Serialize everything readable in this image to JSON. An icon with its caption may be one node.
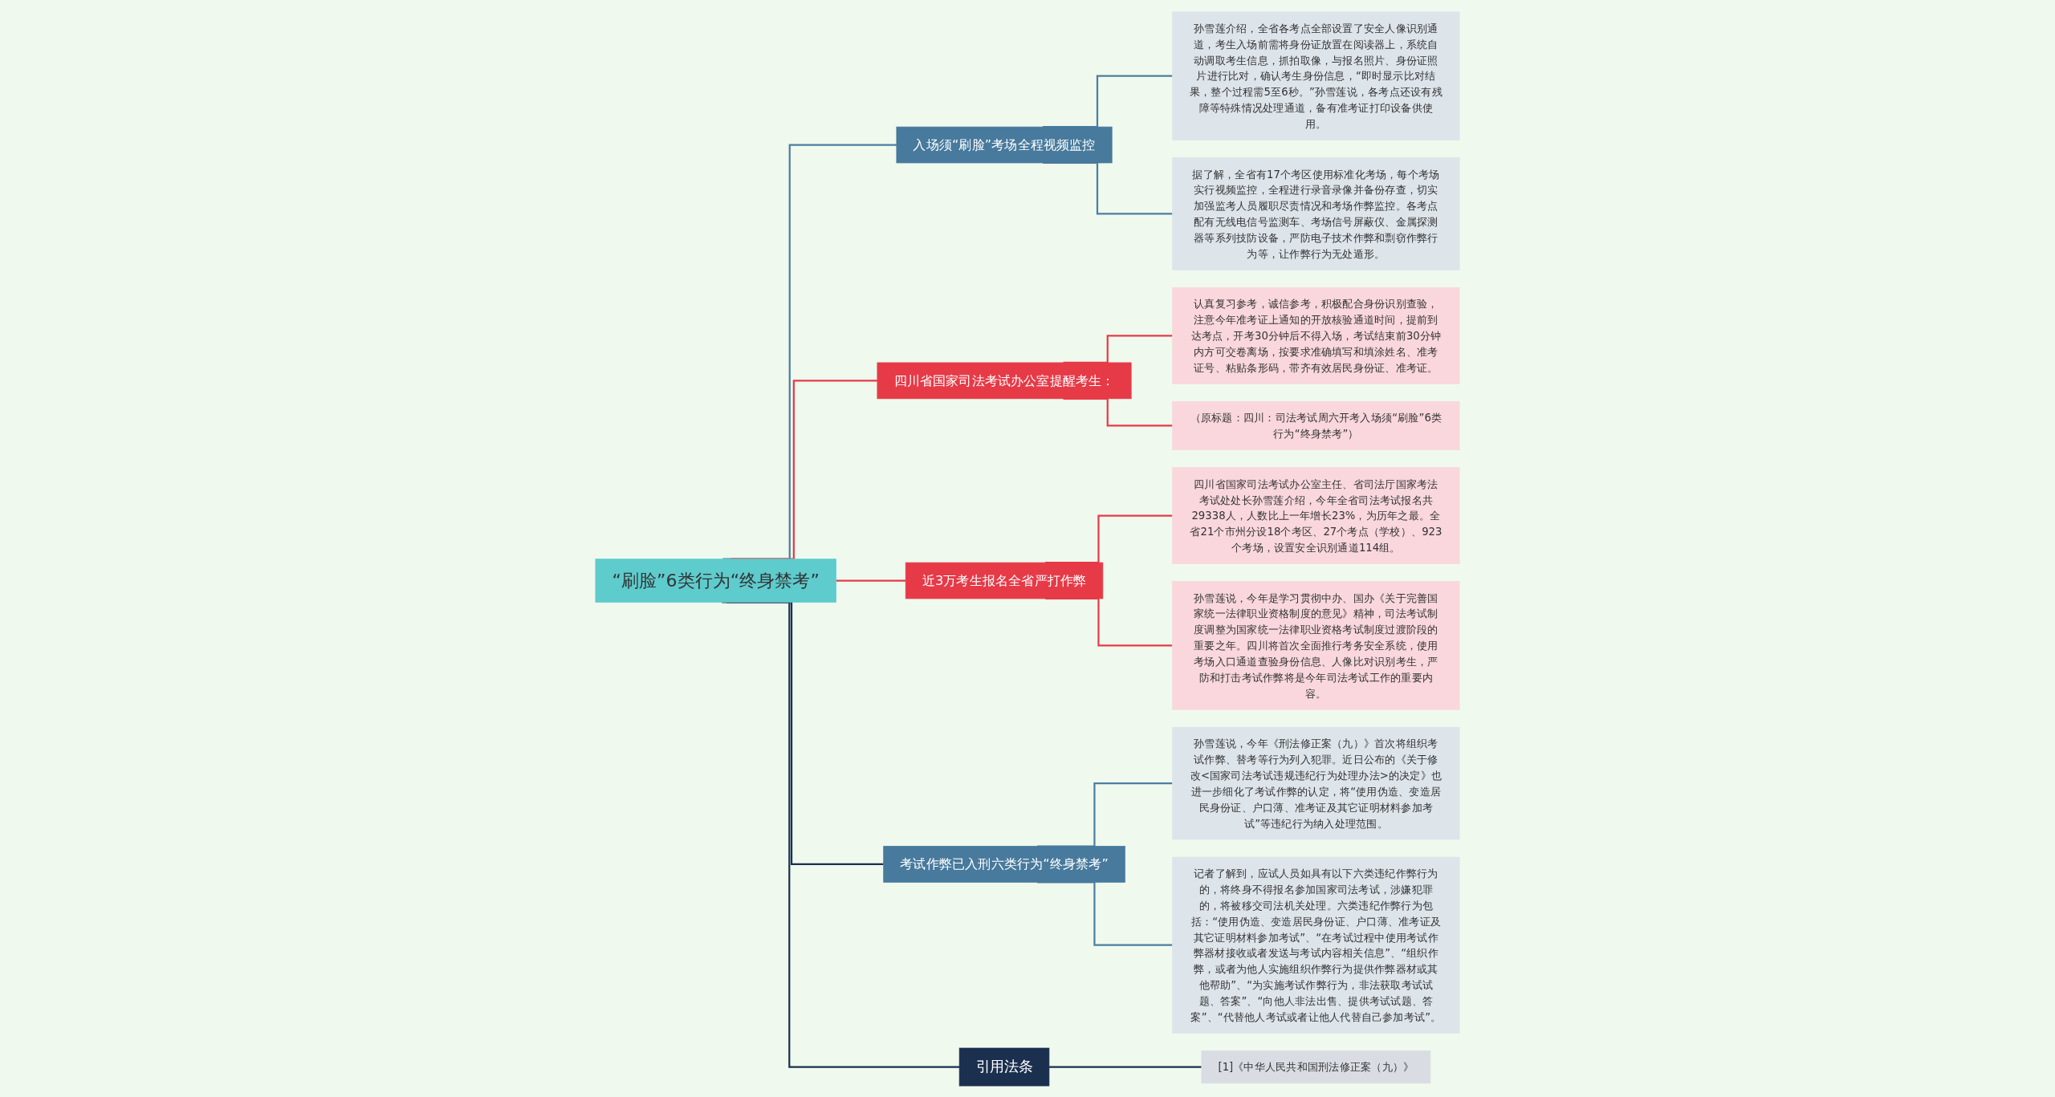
{
  "diagram": {
    "nodes": [
      {
        "text": [
          "“刷脸”6类行为“终身禁考”"
        ]
      },
      {
        "text": [
          "入场须“刷脸”考场全程视频监控"
        ]
      },
      {
        "text": [
          "孙雪莲介绍，全省各考点全部设置了安全人像识别通道，考生入场前需将身份证放置在阅读器上，系统自动调取考生信息，抓拍取像，与报名照片、身份证照片进行比对，确认考生身份信息，“即时显示比对结果，整个过程需5至6秒。”孙雪莲说，各考点还设有残障等特殊情况处理通道，备有准考证打印设备供使用。"
        ]
      },
      {
        "text": [
          "据了解，全省有17个考区使用标准化考场，每个考场实行视频监控，全程进行录音录像并备份存查，切实加强监考人员履职尽责情况和考场作弊监控。各考点配有无线电信号监测车、考场信号屏蔽仪、金属探测器等系列技防设备，严防电子技术作弊和剽窃作弊行为等，让作弊行为无处遁形。"
        ]
      },
      {
        "text": [
          "四川省国家司法考试办公室提醒考生："
        ]
      },
      {
        "text": [
          "认真复习参考，诚信参考，积极配合身份识别查验，注意今年准考证上通知的开放核验通道时间，提前到达考点，开考30分钟后不得入场，考试结束前30分钟内方可交卷离场，按要求准确填写和填涂姓名、准考证号、粘贴条形码，带齐有效居民身份证、准考证。"
        ]
      },
      {
        "text": [
          "（原标题：四川：司法考试周六开考入场须“刷脸”6类行为“终身禁考”）"
        ]
      },
      {
        "text": [
          "近3万考生报名全省严打作弊"
        ]
      },
      {
        "text": [
          "四川省国家司法考试办公室主任、省司法厅国家考法考试处处长孙雪莲介绍，今年全省司法考试报名共29338人，人数比上一年增长23%，为历年之最。全省21个市州分设18个考区、27个考点（学校）、923个考场，设置安全识别通道114组。"
        ]
      },
      {
        "text": [
          "孙雪莲说，今年是学习贯彻中办、国办《关于完善国家统一法律职业资格制度的意见》精神，司法考试制度调整为国家统一法律职业资格考试制度过渡阶段的重要之年。四川将首次全面推行考务安全系统，使用考场入口通道查验身份信息、人像比对识别考生，严防和打击考试作弊将是今年司法考试工作的重要内容。"
        ]
      },
      {
        "text": [
          "考试作弊已入刑六类行为“终身禁考”"
        ]
      },
      {
        "text": [
          "孙雪莲说，今年《刑法修正案（九）》首次将组织考试作弊、替考等行为列入犯罪。近日公布的《关于修改<国家司法考试违规违纪行为处理办法>的决定》也进一步细化了考试作弊的认定，将“使用伪造、变造居民身份证、户口薄、准考证及其它证明材料参加考试”等违纪行为纳入处理范围。"
        ]
      },
      {
        "text": [
          "记者了解到，应试人员如具有以下六类违纪作弊行为的，将终身不得报名参加国家司法考试，涉嫌犯罪的，将被移交司法机关处理。六类违纪作弊行为包括：“使用伪造、变造居民身份证、户口薄、准考证及其它证明材料参加考试”、“在考试过程中使用考试作弊器材接收或者发送与考试内容相关信息”、“组织作弊，或者为他人实施组织作弊行为提供作弊器材或其他帮助”、“为实施考试作弊行为，非法获取考试试题、答案”、“向他人非法出售、提供考试试题、答案”、“代替他人考试或者让他人代替自己参加考试”。"
        ]
      },
      {
        "text": [
          "引用法条"
        ]
      },
      {
        "text": [
          "[1]《中华人民共和国刑法修正案（九）》"
        ]
      }
    ],
    "edges": [
      {
        "from": 0,
        "to": 1,
        "arrow": "none",
        "color": "#4a7fa0"
      },
      {
        "from": 1,
        "to": 2,
        "arrow": "none",
        "color": "#4a7fa0"
      },
      {
        "from": 1,
        "to": 3,
        "arrow": "none",
        "color": "#4a7fa0"
      },
      {
        "from": 0,
        "to": 4,
        "arrow": "none"
      },
      {
        "from": 4,
        "to": 5,
        "arrow": "none"
      },
      {
        "from": 4,
        "to": 6,
        "arrow": "none"
      },
      {
        "from": 0,
        "to": 7,
        "arrow": "none"
      },
      {
        "from": 7,
        "to": 8,
        "arrow": "none"
      },
      {
        "from": 7,
        "to": 9,
        "arrow": "none"
      },
      {
        "from": 0,
        "to": 10,
        "arrow": "none",
        "color": "#1b2f4f"
      },
      {
        "from": 10,
        "to": 11,
        "arrow": "none",
        "color": "#4a7fa0"
      },
      {
        "from": 10,
        "to": 12,
        "arrow": "none",
        "color": "#4a7fa0"
      },
      {
        "from": 0,
        "to": 13,
        "arrow": "none",
        "color": "#1b2f4f"
      },
      {
        "from": 13,
        "to": 14,
        "arrow": "none",
        "color": "#1b2f4f"
      }
    ]
  }
}
